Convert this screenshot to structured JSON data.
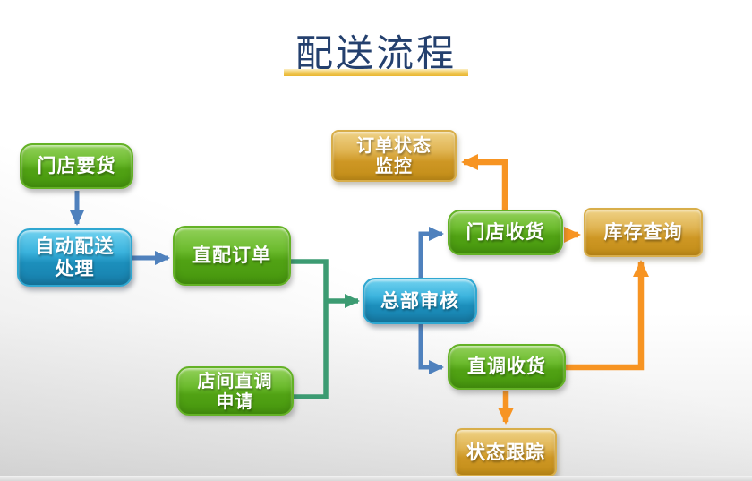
{
  "title": {
    "text": "配送流程"
  },
  "nodes": [
    {
      "id": "store-request",
      "label": "门店要货",
      "type": "green"
    },
    {
      "id": "auto-dispatch",
      "label": "自动配送\n处理",
      "type": "blue"
    },
    {
      "id": "direct-order",
      "label": "直配订单",
      "type": "green"
    },
    {
      "id": "interstore-transfer-request",
      "label": "店间直调\n申请",
      "type": "green"
    },
    {
      "id": "hq-review",
      "label": "总部审核",
      "type": "blue"
    },
    {
      "id": "order-status-monitor",
      "label": "订单状态\n监控",
      "type": "gold"
    },
    {
      "id": "store-receive",
      "label": "门店收货",
      "type": "green"
    },
    {
      "id": "inventory-query",
      "label": "库存查询",
      "type": "gold"
    },
    {
      "id": "transfer-receive",
      "label": "直调收货",
      "type": "green"
    },
    {
      "id": "status-tracking",
      "label": "状态跟踪",
      "type": "gold"
    }
  ],
  "edges": [
    {
      "from": "store-request",
      "to": "auto-dispatch",
      "color": "blue"
    },
    {
      "from": "auto-dispatch",
      "to": "direct-order",
      "color": "blue"
    },
    {
      "from": "direct-order",
      "to": "hq-review",
      "color": "teal"
    },
    {
      "from": "interstore-transfer-request",
      "to": "hq-review",
      "color": "teal"
    },
    {
      "from": "hq-review",
      "to": "store-receive",
      "color": "blue"
    },
    {
      "from": "hq-review",
      "to": "transfer-receive",
      "color": "blue"
    },
    {
      "from": "store-receive",
      "to": "order-status-monitor",
      "color": "orange"
    },
    {
      "from": "store-receive",
      "to": "inventory-query",
      "color": "orange"
    },
    {
      "from": "transfer-receive",
      "to": "inventory-query",
      "color": "orange"
    },
    {
      "from": "transfer-receive",
      "to": "status-tracking",
      "color": "orange"
    }
  ],
  "colors": {
    "title_text": "#24406E",
    "title_underline": "#E9B62F",
    "node_green": "#58A313",
    "node_blue": "#1F8FBC",
    "node_gold": "#CE9A25",
    "node_text": "#FFFFFF",
    "arrow_blue": "#4F81BD",
    "arrow_teal": "#3C9B72",
    "arrow_orange": "#F79422"
  }
}
